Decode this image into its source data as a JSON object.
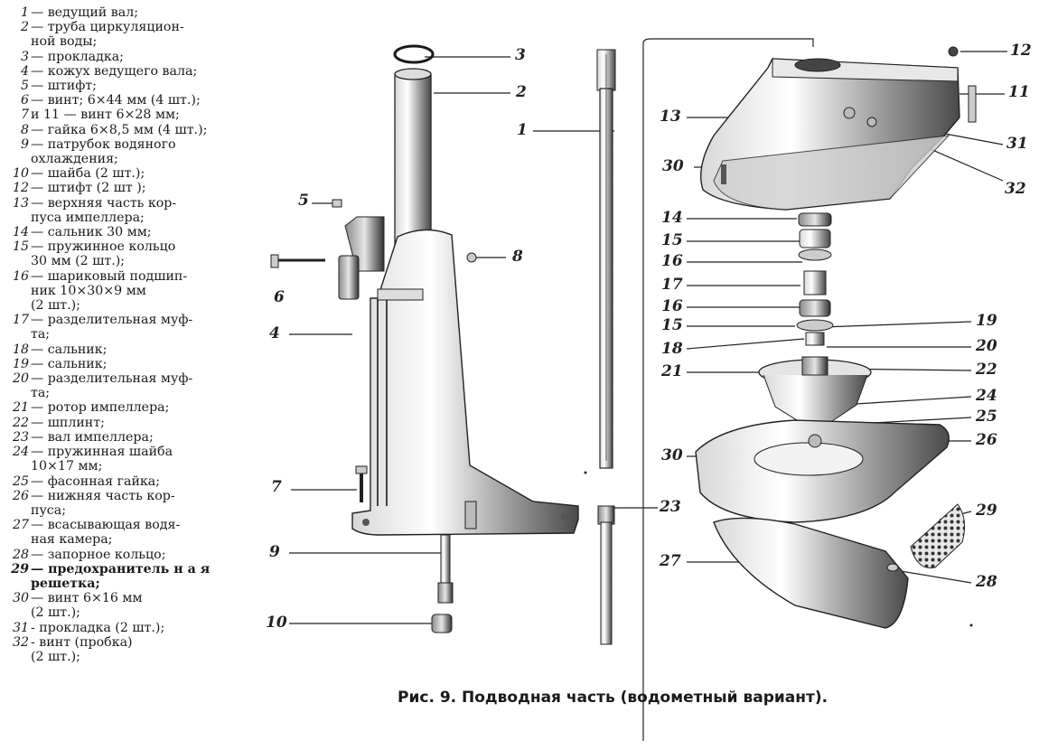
{
  "legend": [
    {
      "num": "1",
      "text": "— ведущий вал;"
    },
    {
      "num": "2",
      "text": "— труба циркуляцион-\nной воды;"
    },
    {
      "num": "3",
      "text": "— прокладка;"
    },
    {
      "num": "4",
      "text": "— кожух ведущего вала;"
    },
    {
      "num": "5",
      "text": "— штифт;"
    },
    {
      "num": "6",
      "text": "— винт; 6×44 мм (4 шт.);"
    },
    {
      "num": "7",
      "text": "и 11 — винт 6×28 мм;"
    },
    {
      "num": "8",
      "text": "— гайка 6×8,5 мм (4 шт.);"
    },
    {
      "num": "9",
      "text": "— патрубок водяного\nохлаждения;"
    },
    {
      "num": "10",
      "text": "— шайба (2 шт.);"
    },
    {
      "num": "12",
      "text": "— штифт (2 шт );"
    },
    {
      "num": "13",
      "text": "— верхняя часть кор-\nпуса импеллера;"
    },
    {
      "num": "14",
      "text": "— сальник 30 мм;"
    },
    {
      "num": "15",
      "text": "— пружинное кольцо\n30 мм (2 шт.);"
    },
    {
      "num": "16",
      "text": "— шариковый подшип-\nник 10×30×9 мм\n(2 шт.);"
    },
    {
      "num": "17",
      "text": "— разделительная муф-\nта;"
    },
    {
      "num": "18",
      "text": "— сальник;"
    },
    {
      "num": "19",
      "text": "— сальник;"
    },
    {
      "num": "20",
      "text": "— разделительная муф-\nта;"
    },
    {
      "num": "21",
      "text": "— ротор импеллера;"
    },
    {
      "num": "22",
      "text": "— шплинт;"
    },
    {
      "num": "23",
      "text": "— вал импеллера;"
    },
    {
      "num": "24",
      "text": "— пружинная шайба\n10×17 мм;"
    },
    {
      "num": "25",
      "text": "— фасонная гайка;"
    },
    {
      "num": "26",
      "text": "— нижняя часть кор-\nпуса;"
    },
    {
      "num": "27",
      "text": "— всасывающая водя-\nная камера;"
    },
    {
      "num": "28",
      "text": "— запорное кольцо;"
    },
    {
      "num": "29",
      "text": "— предохранитель н а я\nрешетка;",
      "bold": true
    },
    {
      "num": "30",
      "text": "— винт 6×16 мм\n(2 шт.);"
    },
    {
      "num": "31",
      "text": "- прокладка (2 шт.);"
    },
    {
      "num": "32",
      "text": "- винт (пробка)\n(2 шт.);"
    }
  ],
  "callouts": {
    "c1": "1",
    "c2": "2",
    "c3": "3",
    "c4": "4",
    "c5": "5",
    "c6": "6",
    "c7": "7",
    "c8": "8",
    "c9": "9",
    "c10": "10",
    "c11": "11",
    "c12": "12",
    "c13": "13",
    "c14": "14",
    "c15a": "15",
    "c16a": "16",
    "c17": "17",
    "c16b": "16",
    "c15b": "15",
    "c18": "18",
    "c19": "19",
    "c20": "20",
    "c21": "21",
    "c22": "22",
    "c24": "24",
    "c25": "25",
    "c26": "26",
    "c30a": "30",
    "c30b": "30",
    "c23": "23",
    "c27": "27",
    "c28": "28",
    "c29": "29",
    "c31": "31",
    "c32": "32"
  },
  "caption": "Рис. 9. Подводная часть (водометный вариант)."
}
